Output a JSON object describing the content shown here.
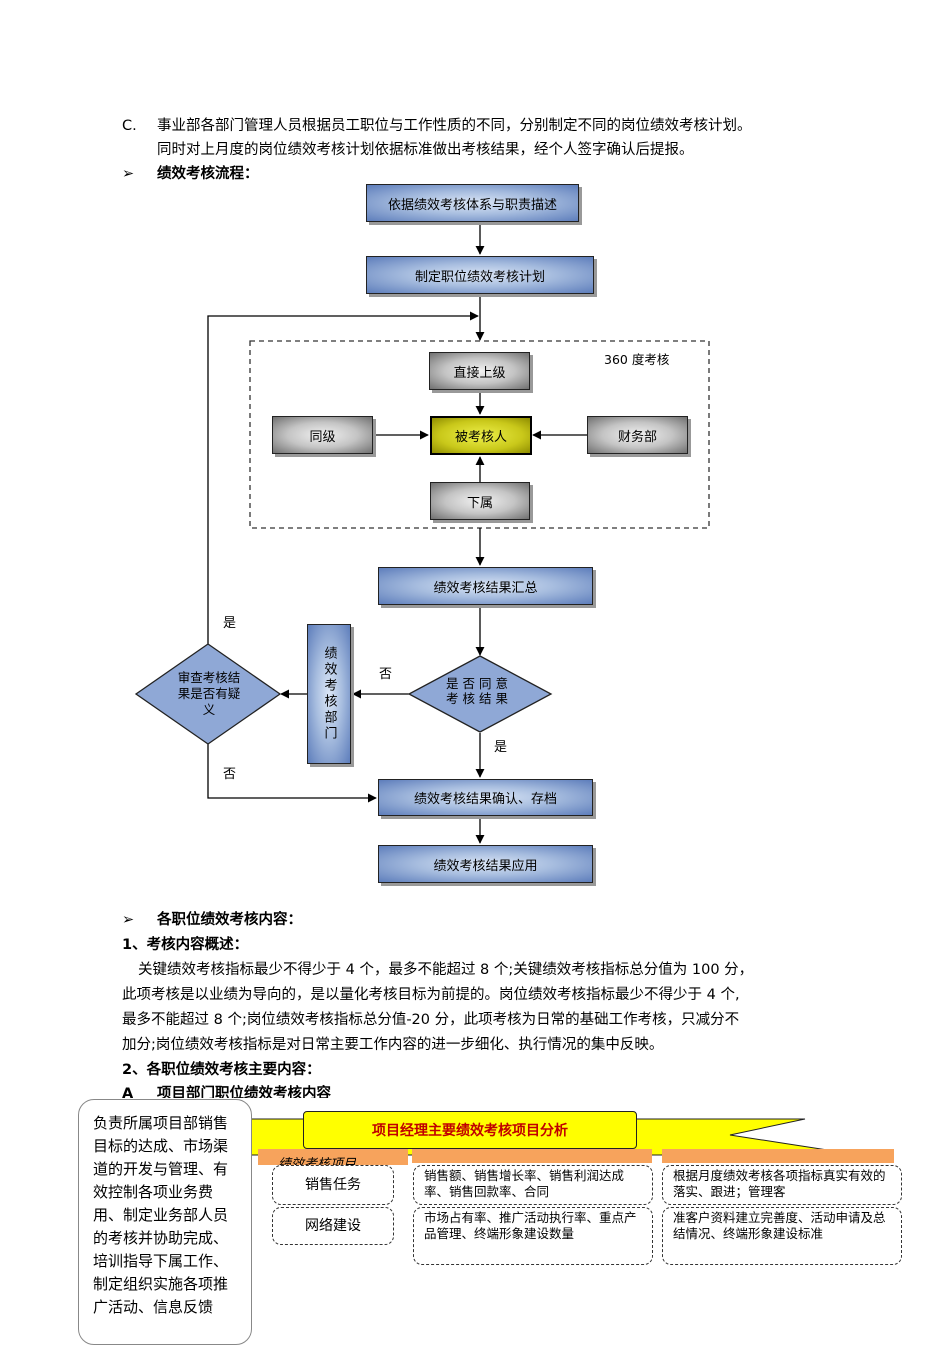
{
  "para_c": {
    "marker": "C.",
    "line1": "事业部各部门管理人员根据员工职位与工作性质的不同，分别制定不同的岗位绩效考核计划。",
    "line2": "同时对上月度的岗位绩效考核计划依据标准做出考核结果，经个人签字确认后提报。"
  },
  "flow_heading": {
    "bullet": "➢",
    "text": "绩效考核流程："
  },
  "flow": {
    "step1": "依据绩效考核体系与职责描述",
    "step2": "制定职位绩效考核计划",
    "group_label": "360 度考核",
    "superior": "直接上级",
    "peer": "同级",
    "appraisee": "被考核人",
    "finance": "财务部",
    "subordinate": "下属",
    "summary": "绩效考核结果汇总",
    "agree_decision": "是否同意考核结果",
    "dept_v": "绩效考核部门",
    "review_decision": "审查考核结果是否有疑义",
    "confirm": "绩效考核结果确认、存档",
    "apply": "绩效考核结果应用",
    "yes_top": "是",
    "no_mid": "否",
    "yes_mid": "是",
    "no_bottom": "否"
  },
  "section2": {
    "heading": "各职位绩效考核内容：",
    "sub1": "1、考核内容概述：",
    "p1": "关键绩效考核指标最少不得少于 4 个，最多不能超过 8 个;关键绩效考核指标总分值为 100 分，",
    "p2": "此项考核是以业绩为导向的，是以量化考核目标为前提的。岗位绩效考核指标最少不得少于 4 个,",
    "p3": "最多不能超过 8 个;岗位绩效考核指标总分值-20 分，此项考核为日常的基础工作考核，只减分不",
    "p4": "加分;岗位绩效考核指标是对日常主要工作内容的进一步细化、执行情况的集中反映。",
    "sub2": "2、各职位绩效考核主要内容：",
    "sub3_marker": "A",
    "sub3": "项目部门职位绩效考核内容"
  },
  "analysis": {
    "banner": "项目经理主要绩效考核项目分析",
    "tab1": "绩效考核项目",
    "item1": "销售任务",
    "item2": "网络建设",
    "mid1": "销售额、销售增长率、销售利润达成率、销售回款率、合同",
    "mid2": "市场占有率、推广活动执行率、重点产品管理、终端形象建设数量",
    "right1": "根据月度绩效考核各项指标真实有效的落实、跟进；管理客",
    "right2": "准客户资料建立完善度、活动申请及总结情况、终端形象建设标准",
    "left_note": "负责所属项目部销售目标的达成、市场渠道的开发与管理、有效控制各项业务费用、制定业务部人员的考核并协助完成、培训指导下属工作、制定组织实施各项推广活动、信息反馈"
  }
}
